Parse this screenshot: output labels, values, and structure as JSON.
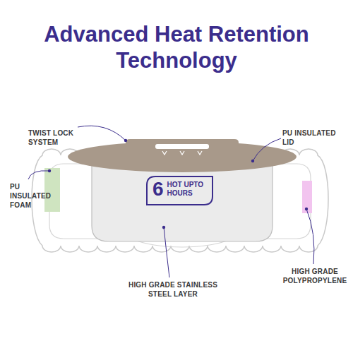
{
  "diagram": {
    "title": "Advanced Heat Retention Technology",
    "nodes": [
      {
        "text": [
          "6",
          "HOT UPTO HOURS"
        ]
      }
    ],
    "labels": [
      "TWIST LOCK SYSTEM",
      "PU INSULATED LID",
      "PU INSULATED FOAM",
      "HIGH GRADE STAINLESS STEEL LAYER",
      "HIGH GRADE POLYPROPYLENE"
    ]
  }
}
